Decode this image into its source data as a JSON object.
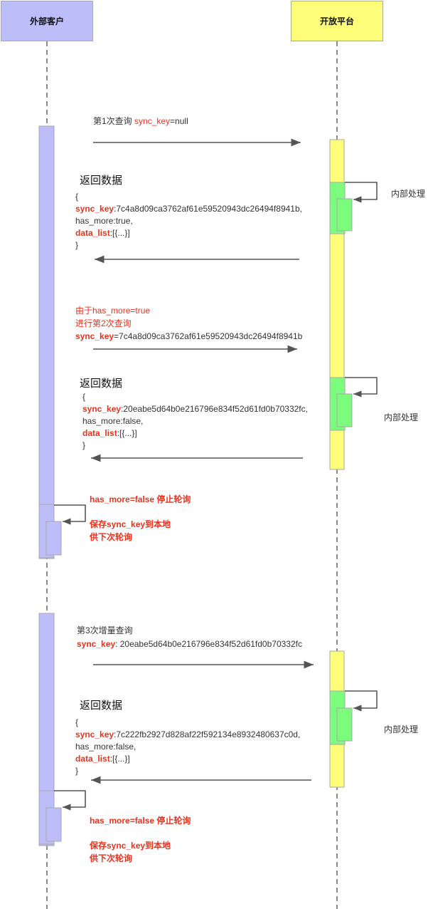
{
  "participants": {
    "client": "外部客户",
    "platform": "开放平台"
  },
  "colors": {
    "client_fill": "#bdbdfa",
    "platform_fill": "#fdfd7a",
    "processing_fill": "#7cfc7c",
    "highlight_text": "#e8321c"
  },
  "internal_processing_label": "内部处理",
  "step1": {
    "request_prefix": "第1次查询 ",
    "request_key": "sync_key",
    "request_value": "=null",
    "response_title": "返回数据",
    "open_brace": "{",
    "key_label": "sync_key",
    "key_value": ":7c4a8d09ca3762af61e59520943dc26494f8941b,",
    "has_more": "has_more:true,",
    "data_label": "data_list",
    "data_value": ":[{...}]",
    "close_brace": "}"
  },
  "step2": {
    "reason_line1": "由于has_more=true",
    "reason_line2": "进行第2次查询",
    "request_key": "sync_key",
    "request_value": "=7c4a8d09ca3762af61e59520943dc26494f8941b",
    "response_title": "返回数据",
    "open_brace": "{",
    "key_label": "sync_key",
    "key_value": ":20eabe5d64b0e216796e834f52d61fd0b70332fc,",
    "has_more": "has_more:false,",
    "data_label": "data_list",
    "data_value": ":[{...}]",
    "close_brace": "}"
  },
  "stop_note_1": {
    "line1": "has_more=false 停止轮询",
    "line2": "保存sync_key到本地",
    "line3": "供下次轮询"
  },
  "step3": {
    "request_title": "第3次增量查询",
    "request_key": "sync_key",
    "request_value": ": 20eabe5d64b0e216796e834f52d61fd0b70332fc",
    "response_title": "返回数据",
    "open_brace": "{",
    "key_label": "sync_key",
    "key_value": ":7c222fb2927d828af22f592134e8932480637c0d,",
    "has_more": "has_more:false,",
    "data_label": "data_list",
    "data_value": ":[{...}]",
    "close_brace": "}"
  },
  "stop_note_2": {
    "line1": "has_more=false 停止轮询",
    "line2": "保存sync_key到本地",
    "line3": "供下次轮询"
  }
}
